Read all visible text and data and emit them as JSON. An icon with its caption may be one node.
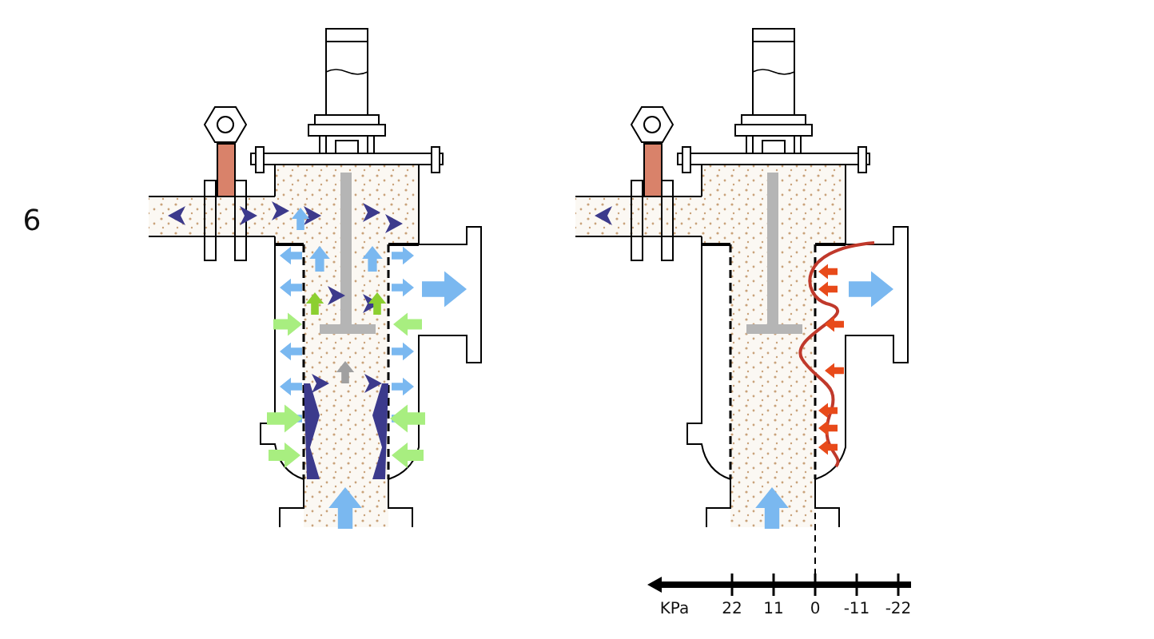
{
  "diagram": {
    "labels": [
      "6",
      "KPa",
      "22",
      "11",
      "0",
      "-11",
      "-22"
    ]
  }
}
